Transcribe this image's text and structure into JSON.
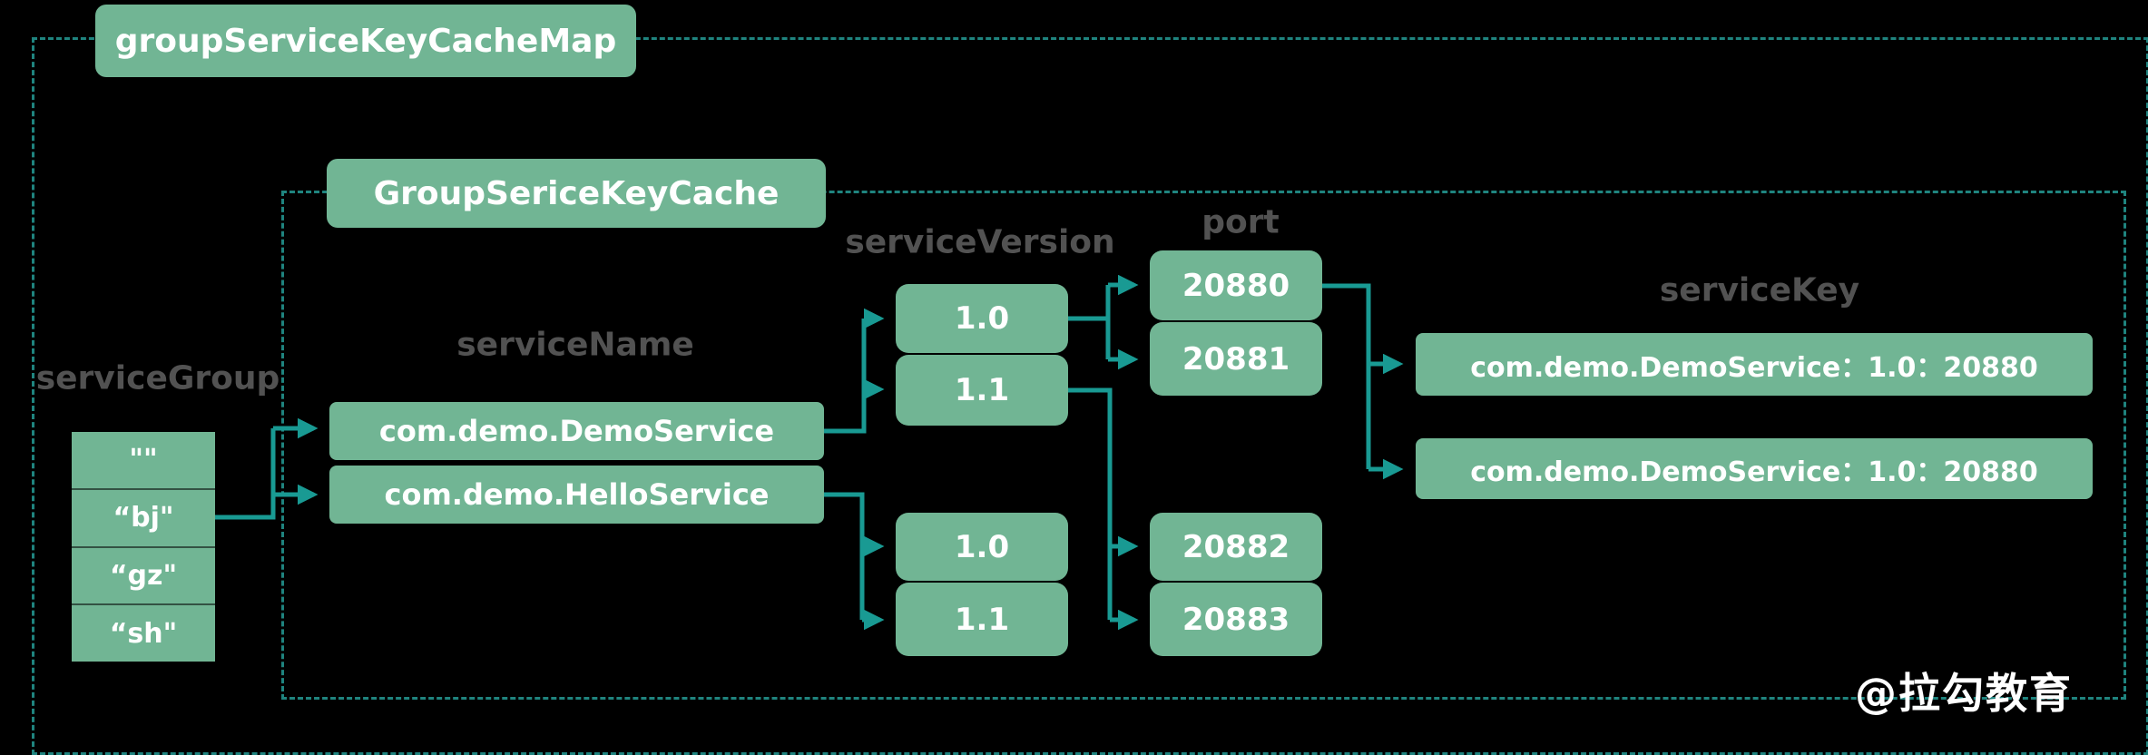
{
  "diagram": {
    "map_title": "groupServiceKeyCacheMap",
    "cache_title": "GroupSericeKeyCache",
    "service_group": {
      "label": "serviceGroup",
      "items": [
        "\"\"",
        "“bj\"",
        "“gz\"",
        "“sh\""
      ]
    },
    "service_name": {
      "label": "serviceName",
      "items": [
        "com.demo.DemoService",
        "com.demo.HelloService"
      ]
    },
    "service_version": {
      "label": "serviceVersion",
      "groups": [
        [
          "1.0",
          "1.1"
        ],
        [
          "1.0",
          "1.1"
        ]
      ]
    },
    "port": {
      "label": "port",
      "groups": [
        [
          "20880",
          "20881"
        ],
        [
          "20882",
          "20883"
        ]
      ]
    },
    "service_key": {
      "label": "serviceKey",
      "items": [
        "com.demo.DemoService：1.0：20880",
        "com.demo.DemoService：1.0：20880"
      ]
    },
    "watermark": "@拉勾教育",
    "colors": {
      "box_green": "#71b594",
      "connector_teal": "#199a93",
      "dashed_border_teal": "#1f847f",
      "label_gray": "#525252",
      "background": "#000000",
      "box_text": "#ffffff"
    }
  }
}
